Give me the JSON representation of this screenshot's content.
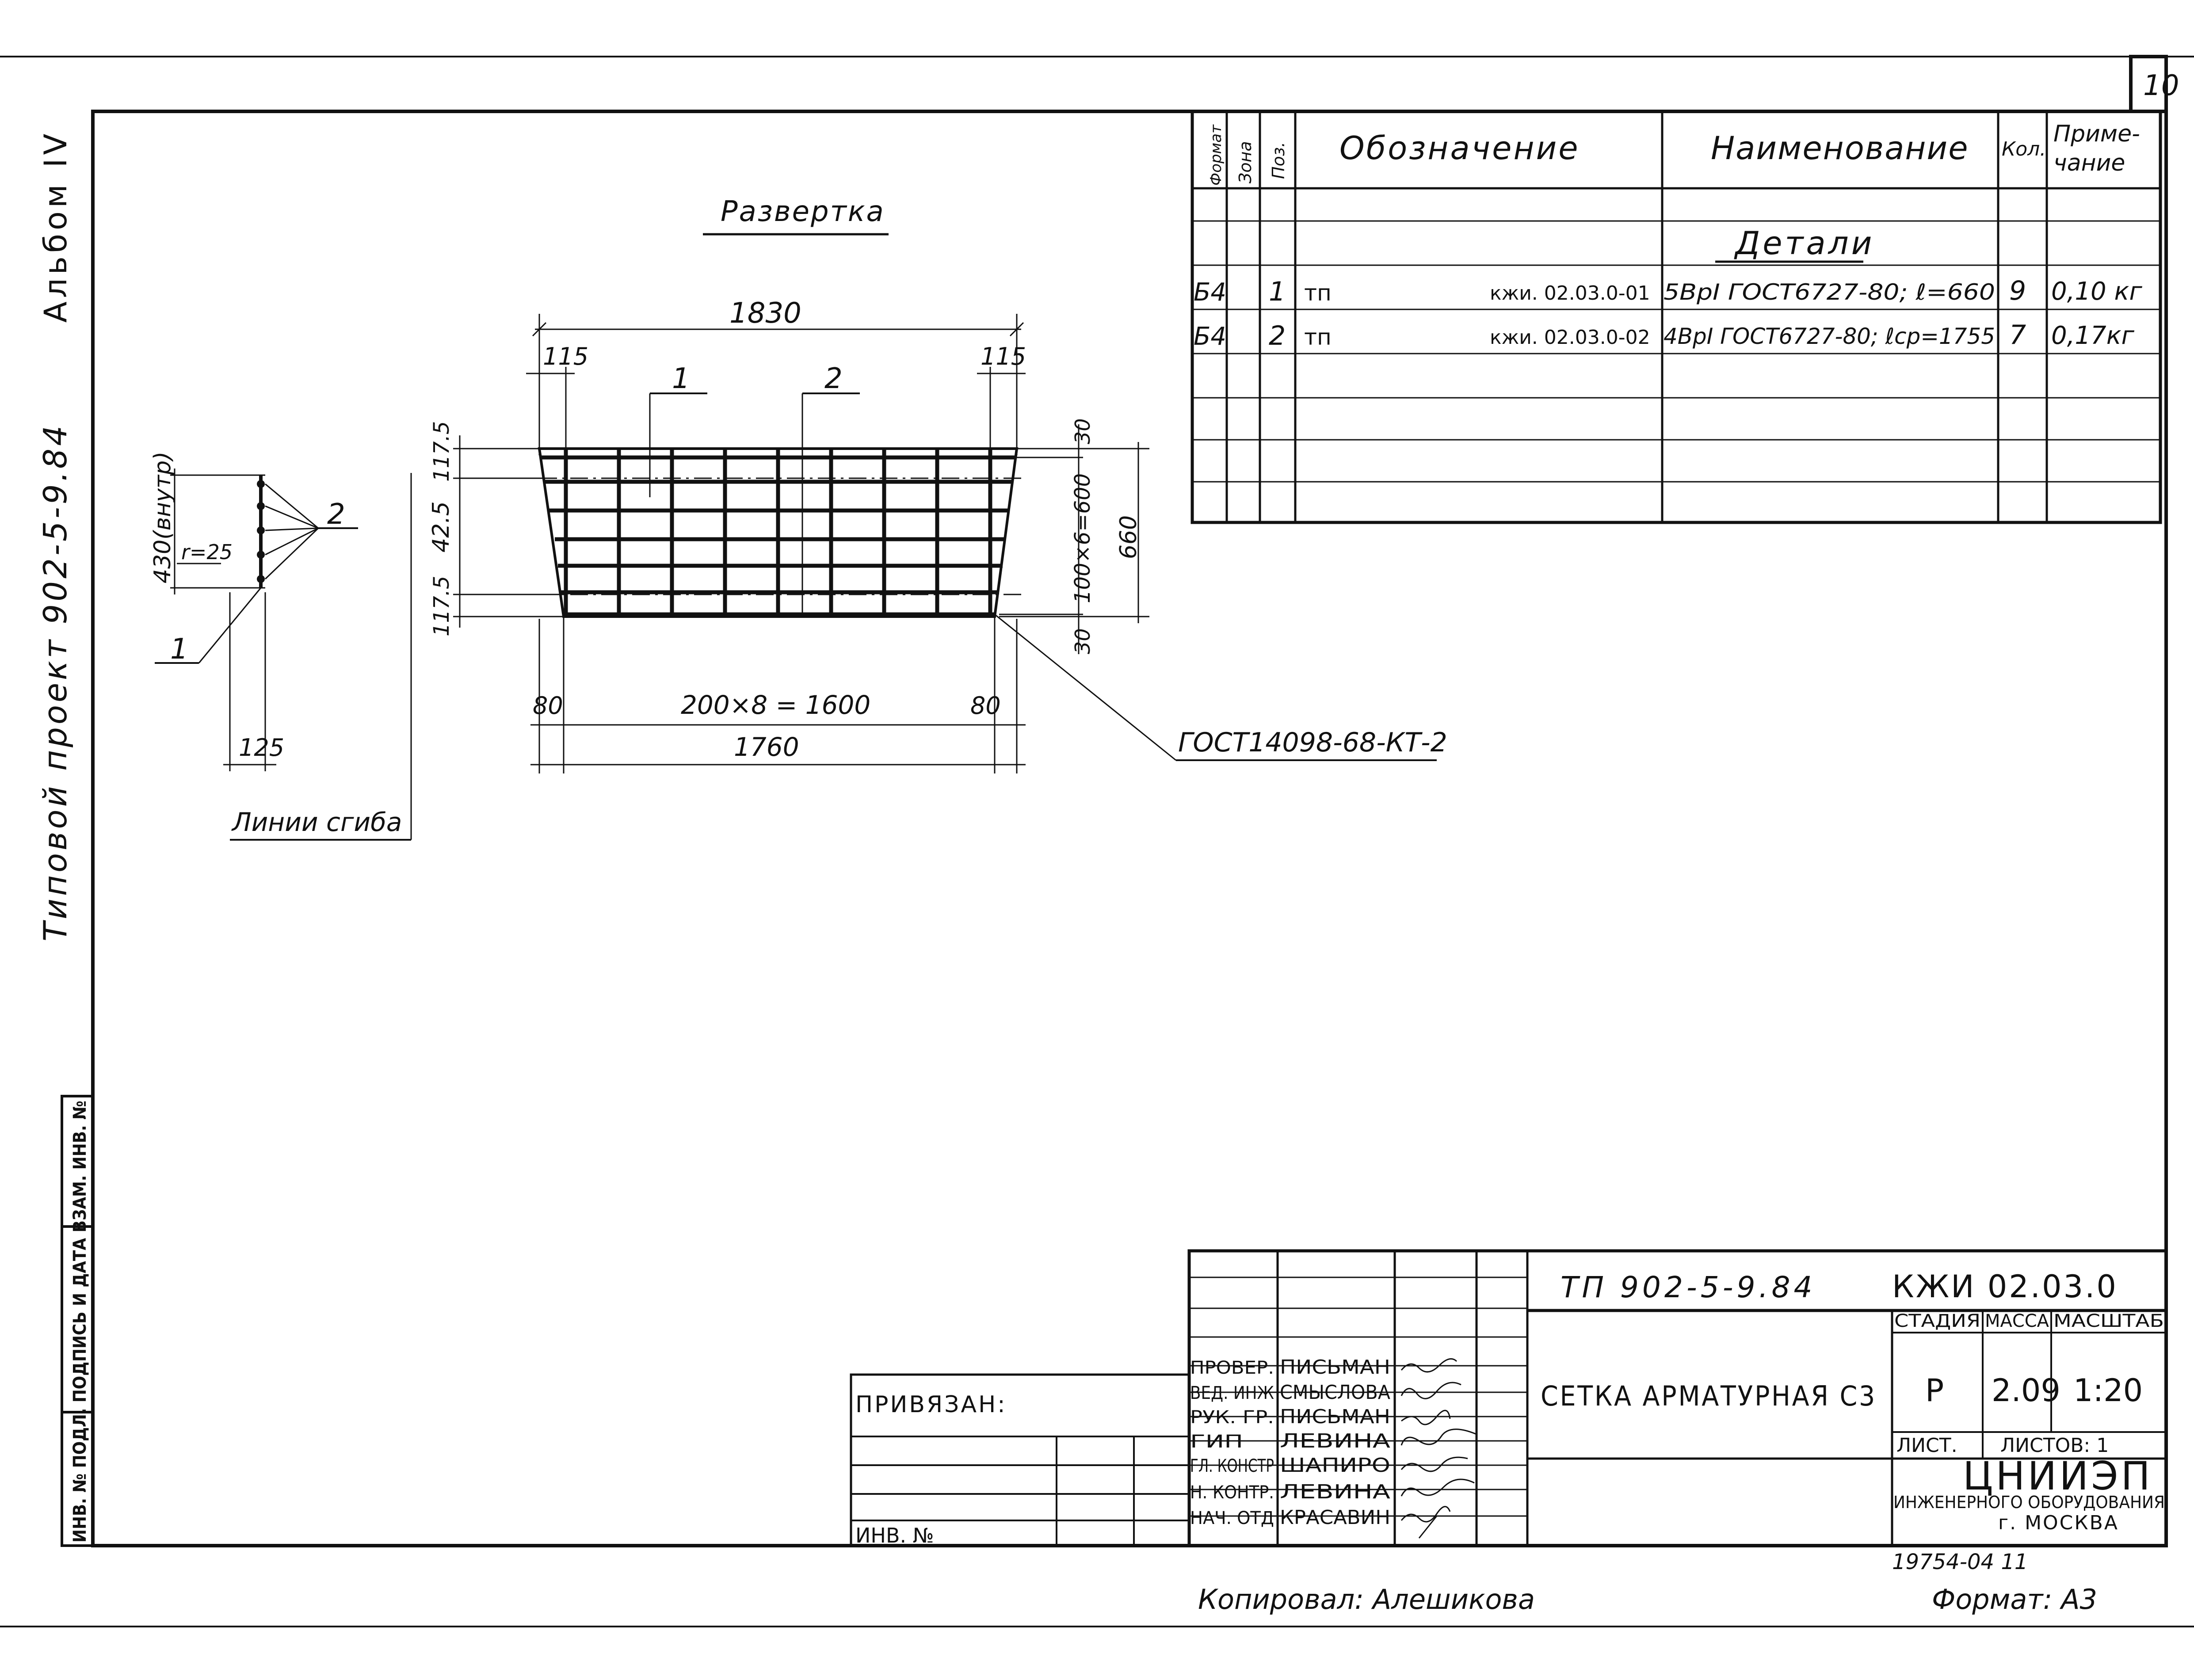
{
  "page_number": "10",
  "left_margin": {
    "album": "Альбом IV",
    "project": "Типовой проект 902-5-9.84"
  },
  "drawing": {
    "title": "Развертка",
    "dims": {
      "overall_top": "1830",
      "left_top_115": "115",
      "right_top_115": "115",
      "left_upper_117": "117.5",
      "left_mid_425": "42.5",
      "left_lower_117": "117.5",
      "right_top_30": "30",
      "right_bottom_30": "30",
      "right_span": "100×6=600",
      "right_total": "660",
      "bottom_left_80": "80",
      "bottom_right_80": "80",
      "bottom_span": "200×8 = 1600",
      "bottom_overall": "1760",
      "section_height": "430(внутр)",
      "section_pitch": "r=25",
      "section_width": "125"
    },
    "callouts": {
      "pos1": "1",
      "pos2": "2",
      "section_pos2": "2",
      "section_pos1": "1"
    },
    "fold_label": "Линии сгиба",
    "weld_note": "ГОСТ14098-68-КТ-2"
  },
  "spec": {
    "headers": {
      "format": "Формат",
      "zone": "Зона",
      "pos": "Поз.",
      "designation": "Обозначение",
      "name": "Наименование",
      "qty": "Кол.",
      "note": "Приме-\nчание"
    },
    "section_title": "Детали",
    "rows": [
      {
        "format": "Б4",
        "pos": "1",
        "prefix": "тп",
        "designation": "кжи. 02.03.0-01",
        "name": "5ВрI ГОСТ6727-80; ℓ=660",
        "qty": "9",
        "note": "0,10 кг"
      },
      {
        "format": "Б4",
        "pos": "2",
        "prefix": "тп",
        "designation": "кжи. 02.03.0-02",
        "name": "4ВрI ГОСТ6727-80; ℓср=1755",
        "qty": "7",
        "note": "0,17кг"
      }
    ]
  },
  "title_block": {
    "project_code": "ТП 902-5-9.84",
    "doc_code": "КЖИ 02.03.0",
    "doc_name": "СЕТКА АРМАТУРНАЯ С3",
    "stage_label": "СТАДИЯ",
    "mass_label": "МАССА",
    "scale_label": "МАСШТАБ",
    "stage": "Р",
    "mass": "2.09",
    "scale": "1:20",
    "sheet_label": "ЛИСТ.",
    "sheets_label": "ЛИСТОВ: 1",
    "org_name": "ЦНИИЭП",
    "org_sub": "ИНЖЕНЕРНОГО ОБОРУДОВАНИЯ",
    "org_city": "г. МОСКВА",
    "privyazan": "ПРИВЯЗАН:",
    "inv_no": "ИНВ. №",
    "people": [
      {
        "role": "ПРОВЕР.",
        "name": "ПИСЬМАН"
      },
      {
        "role": "ВЕД. ИНЖ",
        "name": "СМЫСЛОВА"
      },
      {
        "role": "РУК. ГР.",
        "name": "ПИСЬМАН"
      },
      {
        "role": "ГИП",
        "name": "ЛЕВИНА"
      },
      {
        "role": "ГЛ. КОНСТР",
        "name": "ШАПИРО"
      },
      {
        "role": "Н. КОНТР.",
        "name": "ЛЕВИНА"
      },
      {
        "role": "НАЧ. ОТД",
        "name": "КРАСАВИН"
      }
    ]
  },
  "side_stamp": "ИНВ. № ПОДЛ. ПОДПИСЬ И ДАТА ВЗАМ. ИНВ. №",
  "bottom": {
    "order": "19754-04 11",
    "copied_by": "Копировал: Алешикова",
    "format": "Формат: А3"
  }
}
